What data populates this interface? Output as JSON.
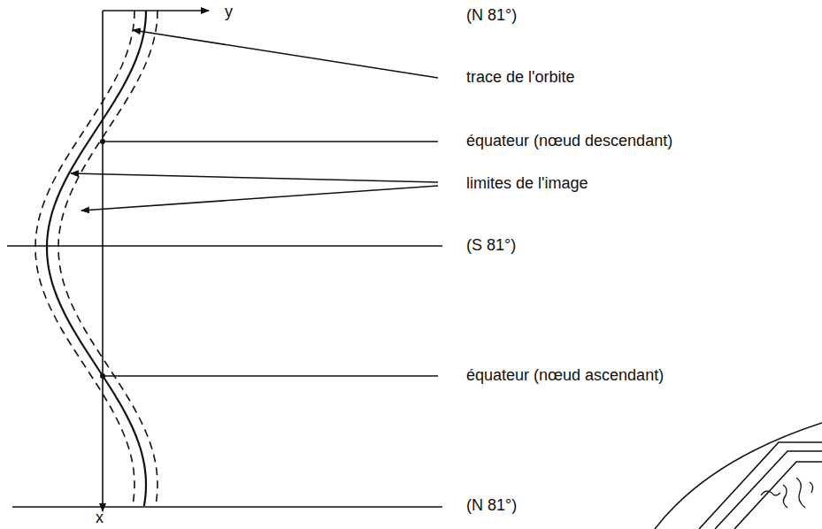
{
  "diagram": {
    "labels": [
      "(N 81°)",
      "trace de l'orbite",
      "équateur (nœud descendant)",
      "limites de l'image",
      "(S 81°)",
      "équateur (nœud ascendant)",
      "(N 81°)",
      "y",
      "x"
    ]
  }
}
